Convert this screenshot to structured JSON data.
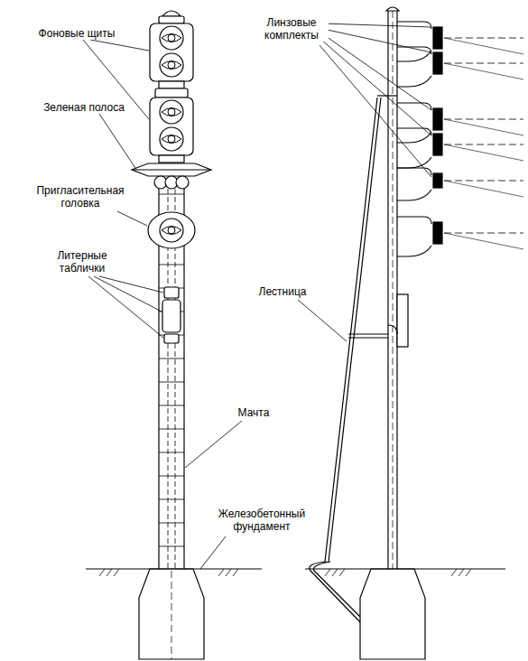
{
  "diagram": {
    "labels": [
      "Фоновые щиты",
      "Зеленая полоса",
      "Пригласительная головка",
      "Литерные таблички",
      "Мачта",
      "Железобетонный фундамент",
      "Линзовые комплекты",
      "Лестница"
    ]
  }
}
